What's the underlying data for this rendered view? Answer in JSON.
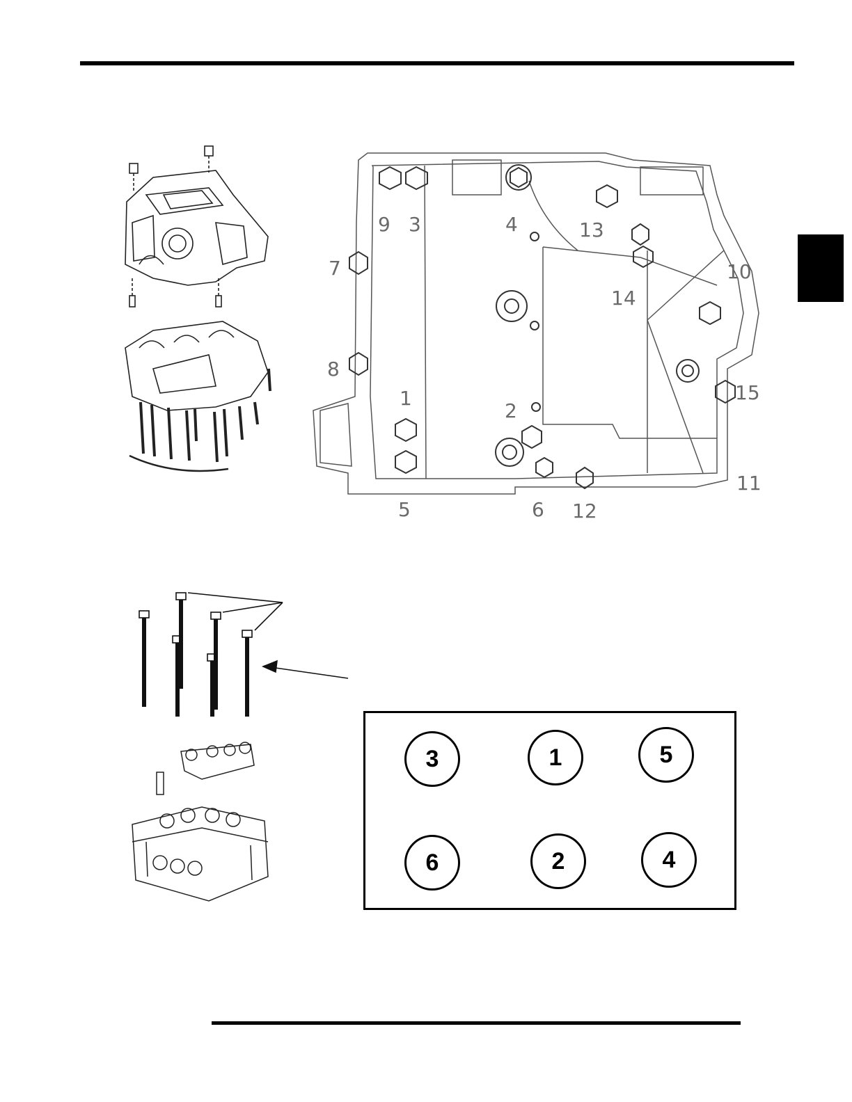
{
  "crankcase_bolt_labels": [
    "1",
    "2",
    "3",
    "4",
    "5",
    "6",
    "7",
    "8",
    "9",
    "10",
    "11",
    "12",
    "13",
    "14",
    "15"
  ],
  "head_bolt_sequence": {
    "top_row": [
      "3",
      "1",
      "5"
    ],
    "bottom_row": [
      "6",
      "2",
      "4"
    ]
  },
  "icons": {
    "crankcase_exploded": "crankcase-exploded-drawing",
    "crankcase_sequence": "crankcase-bolt-sequence-drawing",
    "head_bolts": "head-bolts-drawing",
    "cylinder_head": "cylinder-head-drawing"
  }
}
